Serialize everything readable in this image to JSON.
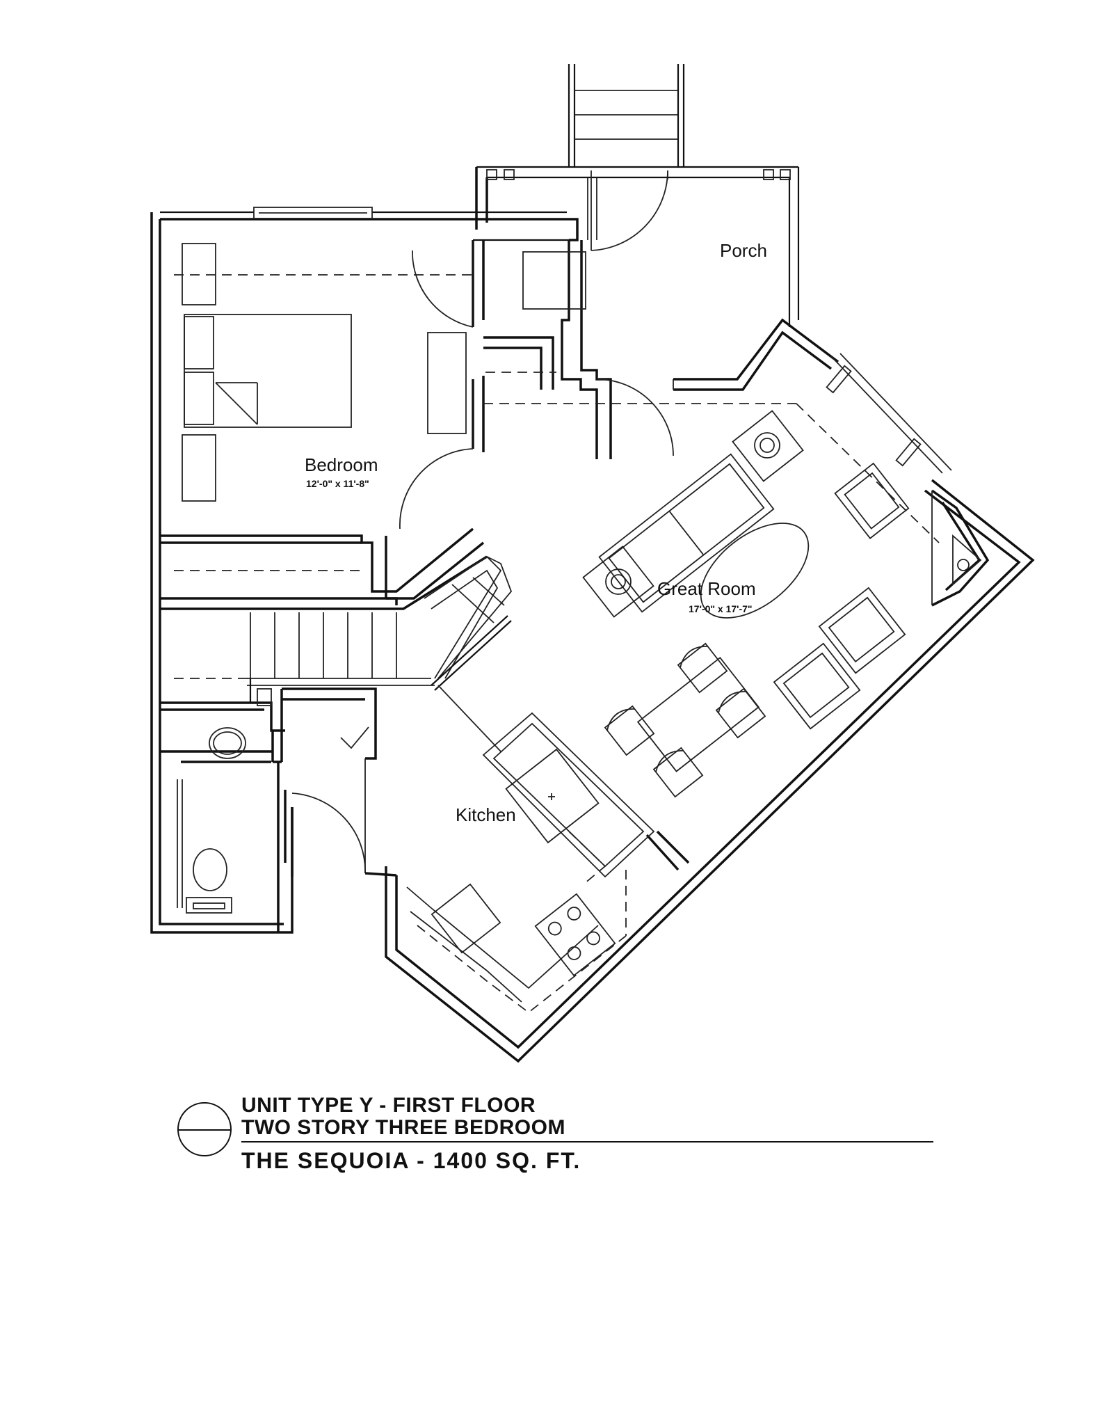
{
  "rooms": {
    "porch": {
      "label": "Porch"
    },
    "bedroom": {
      "label": "Bedroom",
      "dimensions": "12'-0\" x 11'-8\""
    },
    "great_room": {
      "label": "Great Room",
      "dimensions": "17'-0\" x 17'-7\""
    },
    "kitchen": {
      "label": "Kitchen"
    }
  },
  "title_block": {
    "line1": "UNIT TYPE Y - FIRST FLOOR",
    "line2": "TWO STORY THREE BEDROOM",
    "line3": "THE SEQUOIA - 1400 SQ. FT."
  }
}
